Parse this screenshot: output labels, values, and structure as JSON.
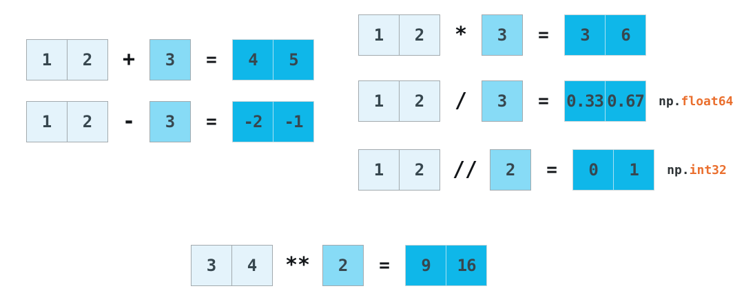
{
  "diagram_title": "numpy-array-scalar-arithmetic-broadcasting",
  "equals_sign": "=",
  "colors": {
    "input_cell_bg": "#e4f3fb",
    "scalar_cell_bg": "#87dbf6",
    "result_cell_bg": "#0fb7e9",
    "cell_border": "#a2a9ad",
    "result_border": "#c9d4d8",
    "result_divider": "#a9e2f3",
    "number_text": "#37474f",
    "operator_text": "#131619",
    "dtype_prefix_color": "#2f3437",
    "dtype_name_color": "#ea6f2e",
    "page_bg": "#ffffff"
  },
  "rows": [
    {
      "id": "add",
      "lhs": [
        "1",
        "2"
      ],
      "op": "+",
      "scalar": "3",
      "result": [
        "4",
        "5"
      ]
    },
    {
      "id": "subtract",
      "lhs": [
        "1",
        "2"
      ],
      "op": "-",
      "scalar": "3",
      "result": [
        "-2",
        "-1"
      ]
    },
    {
      "id": "multiply",
      "lhs": [
        "1",
        "2"
      ],
      "op": "*",
      "scalar": "3",
      "result": [
        "3",
        "6"
      ]
    },
    {
      "id": "divide",
      "lhs": [
        "1",
        "2"
      ],
      "op": "/",
      "scalar": "3",
      "result": [
        "0.33",
        "0.67"
      ],
      "dtype_prefix": "np.",
      "dtype_name": "float64"
    },
    {
      "id": "floor-divide",
      "lhs": [
        "1",
        "2"
      ],
      "op": "//",
      "scalar": "2",
      "result": [
        "0",
        "1"
      ],
      "dtype_prefix": "np.",
      "dtype_name": "int32"
    },
    {
      "id": "power",
      "lhs": [
        "3",
        "4"
      ],
      "op": "**",
      "scalar": "2",
      "result": [
        "9",
        "16"
      ]
    }
  ]
}
